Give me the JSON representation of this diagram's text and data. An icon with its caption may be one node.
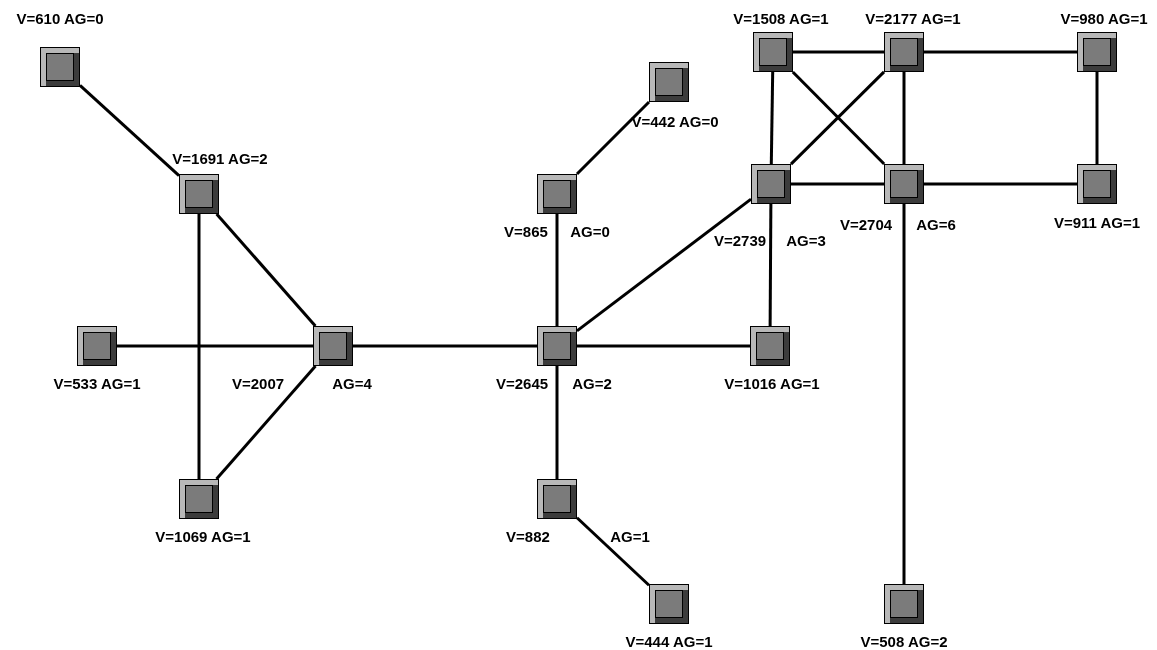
{
  "diagram": {
    "nodes": [
      {
        "text": [],
        "shape": "box",
        "beside": [
          "V=610 AG=0"
        ]
      },
      {
        "text": [],
        "shape": "box",
        "beside": [
          "V=1691 AG=2"
        ]
      },
      {
        "text": [],
        "shape": "box",
        "beside": [
          "V=442 AG=0"
        ]
      },
      {
        "text": [],
        "shape": "box",
        "beside": [
          "V=865",
          "AG=0"
        ]
      },
      {
        "text": [],
        "shape": "box",
        "beside": [
          "V=1508 AG=1"
        ]
      },
      {
        "text": [],
        "shape": "box",
        "beside": [
          "V=2177 AG=1"
        ]
      },
      {
        "text": [],
        "shape": "box",
        "beside": [
          "V=980 AG=1"
        ]
      },
      {
        "text": [],
        "shape": "box",
        "beside": [
          "V=2739",
          "AG=3"
        ]
      },
      {
        "text": [],
        "shape": "box",
        "beside": [
          "V=2704",
          "AG=6"
        ]
      },
      {
        "text": [],
        "shape": "box",
        "beside": [
          "V=911 AG=1"
        ]
      },
      {
        "text": [],
        "shape": "box",
        "beside": [
          "V=533 AG=1"
        ]
      },
      {
        "text": [],
        "shape": "box",
        "beside": [
          "V=2007",
          "AG=4"
        ]
      },
      {
        "text": [],
        "shape": "box",
        "beside": [
          "V=2645",
          "AG=2"
        ]
      },
      {
        "text": [],
        "shape": "box",
        "beside": [
          "V=1016 AG=1"
        ]
      },
      {
        "text": [],
        "shape": "box",
        "beside": [
          "V=1069 AG=1"
        ]
      },
      {
        "text": [],
        "shape": "box",
        "beside": [
          "V=882",
          "AG=1"
        ]
      },
      {
        "text": [],
        "shape": "box",
        "beside": [
          "V=444 AG=1"
        ]
      },
      {
        "text": [],
        "shape": "box",
        "beside": [
          "V=508 AG=2"
        ]
      }
    ],
    "edges": [
      {
        "from": 0,
        "to": 1,
        "arrow": "none"
      },
      {
        "from": 1,
        "to": 11,
        "arrow": "none"
      },
      {
        "from": 1,
        "to": 14,
        "arrow": "none"
      },
      {
        "from": 10,
        "to": 11,
        "arrow": "none"
      },
      {
        "from": 11,
        "to": 14,
        "arrow": "none"
      },
      {
        "from": 11,
        "to": 12,
        "arrow": "none"
      },
      {
        "from": 2,
        "to": 3,
        "arrow": "none"
      },
      {
        "from": 3,
        "to": 12,
        "arrow": "none"
      },
      {
        "from": 12,
        "to": 7,
        "arrow": "none"
      },
      {
        "from": 12,
        "to": 13,
        "arrow": "none"
      },
      {
        "from": 12,
        "to": 15,
        "arrow": "none"
      },
      {
        "from": 15,
        "to": 16,
        "arrow": "none"
      },
      {
        "from": 4,
        "to": 5,
        "arrow": "none"
      },
      {
        "from": 4,
        "to": 7,
        "arrow": "none"
      },
      {
        "from": 4,
        "to": 8,
        "arrow": "none"
      },
      {
        "from": 5,
        "to": 6,
        "arrow": "none"
      },
      {
        "from": 5,
        "to": 7,
        "arrow": "none"
      },
      {
        "from": 5,
        "to": 8,
        "arrow": "none"
      },
      {
        "from": 6,
        "to": 9,
        "arrow": "none"
      },
      {
        "from": 7,
        "to": 8,
        "arrow": "none"
      },
      {
        "from": 8,
        "to": 9,
        "arrow": "none"
      },
      {
        "from": 7,
        "to": 13,
        "arrow": "none"
      },
      {
        "from": 8,
        "to": 17,
        "arrow": "none"
      }
    ]
  }
}
